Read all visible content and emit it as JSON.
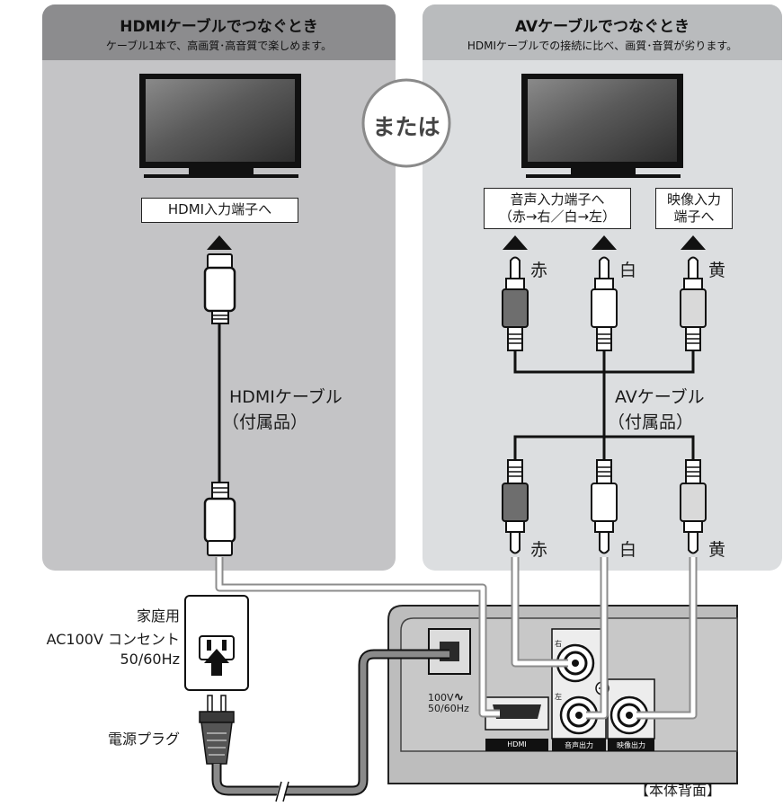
{
  "hdmi_panel": {
    "title": "HDMIケーブルでつなぐとき",
    "subtitle": "ケーブル1本で、高画質･高音質で楽しめます。",
    "tv_input_label": "HDMI入力端子へ",
    "cable_label_1": "HDMIケーブル",
    "cable_label_2": "（付属品）"
  },
  "or_badge": "または",
  "av_panel": {
    "title": "AVケーブルでつなぐとき",
    "subtitle": "HDMIケーブルでの接続に比べ、画質･音質が劣ります。",
    "audio_input_line1": "音声入力端子へ",
    "audio_input_line2": "（赤→右／白→左）",
    "video_input_line1": "映像入力",
    "video_input_line2": "端子へ",
    "cable_label_1": "AVケーブル",
    "cable_label_2": "（付属品）",
    "plug_labels": [
      "赤",
      "白",
      "黄"
    ],
    "plug_colors": [
      "#6e6e6e",
      "#ffffff",
      "#d9d9d9"
    ]
  },
  "power": {
    "outlet_line1": "家庭用",
    "outlet_line2": "AC100V コンセント",
    "outlet_line3": "50/60Hz",
    "plug_label": "電源プラグ"
  },
  "device_rear": {
    "power_rating_1": "100V",
    "power_rating_2": "50/60Hz",
    "right_mark": "右",
    "left_mark": "左",
    "hdmi_port_label": "HDMI",
    "audio_out_label": "音声出力",
    "video_out_label": "映像出力",
    "caption": "【本体背面】"
  }
}
